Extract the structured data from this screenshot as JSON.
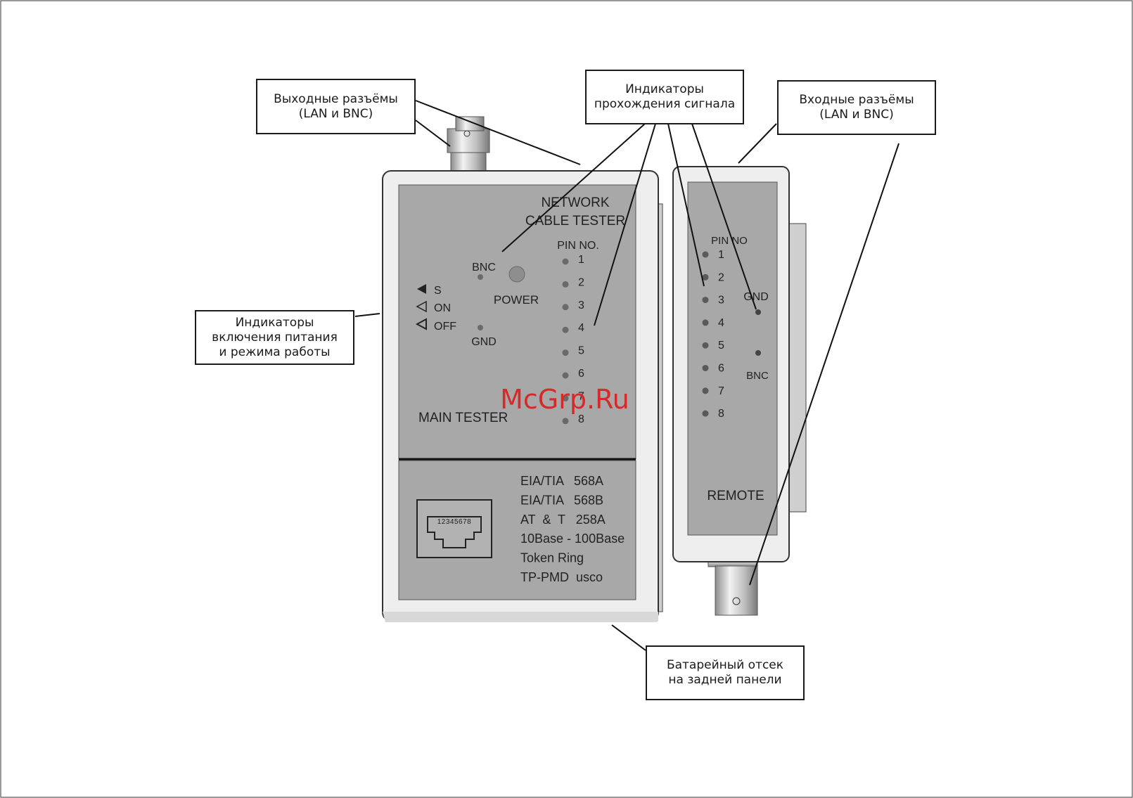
{
  "callouts": {
    "out_connectors": {
      "line1": "Выходные разъёмы",
      "line2": "(LAN и BNC)"
    },
    "signal_indicators": {
      "line1": "Индикаторы",
      "line2": "прохождения сигнала"
    },
    "in_connectors": {
      "line1": "Входные разъёмы",
      "line2": "(LAN и BNC)"
    },
    "power_indicators": {
      "line1": "Индикаторы",
      "line2": "включения питания",
      "line3": "и режима работы"
    },
    "battery": {
      "line1": "Батарейный отсек",
      "line2": "на задней панели"
    }
  },
  "main_tester": {
    "title_line1": "NETWORK",
    "title_line2": "CABLE TESTER",
    "pin_header": "PIN NO.",
    "pins": [
      "1",
      "2",
      "3",
      "4",
      "5",
      "6",
      "7",
      "8"
    ],
    "bnc_label": "BNC",
    "gnd_label": "GND",
    "power_label": "POWER",
    "mode_s": "S",
    "mode_on": "ON",
    "mode_off": "OFF",
    "name": "MAIN TESTER",
    "jack_pins": "12345678",
    "standards": [
      "EIA/TIA   568A",
      "EIA/TIA   568B",
      "AT  &  T   258A",
      "10Base - 100Base",
      "Token Ring",
      "TP-PMD  usco"
    ]
  },
  "remote": {
    "pin_header": "PIN NO",
    "pins": [
      "1",
      "2",
      "3",
      "4",
      "5",
      "6",
      "7",
      "8"
    ],
    "gnd_label": "GND",
    "bnc_label": "BNC",
    "name": "REMOTE"
  },
  "watermark": "McGrp.Ru",
  "colors": {
    "panel": "#a8a8a8",
    "body": "#ececec",
    "led": "#6a6a6a",
    "watermark": "#d42a2a"
  }
}
